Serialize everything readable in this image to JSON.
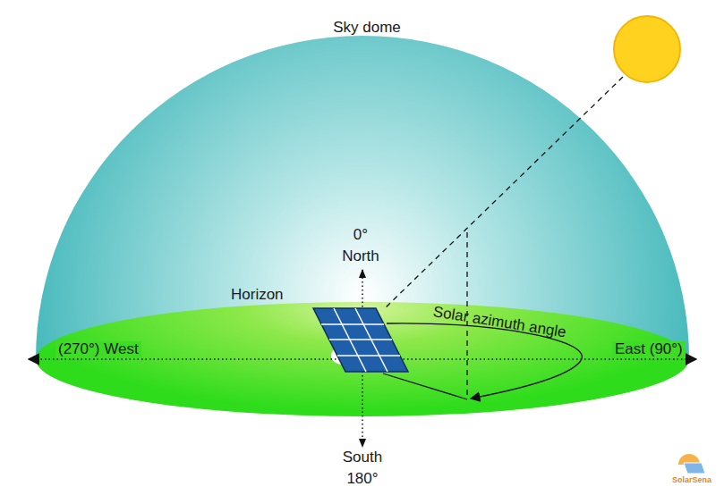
{
  "diagram": {
    "labels": [
      "Sky dome",
      "0°",
      "North",
      "Horizon",
      "Solar azimuth angle",
      "(270°) West",
      "East (90°)",
      "South",
      "180°",
      "SolarSena"
    ]
  }
}
